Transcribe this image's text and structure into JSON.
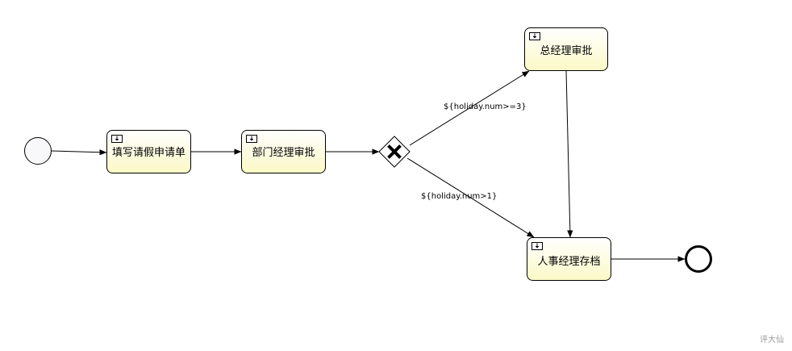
{
  "diagram": {
    "tasks": {
      "fill_request": "填写请假申请单",
      "dept_manager": "部门经理审批",
      "general_manager": "总经理审批",
      "hr_manager": "人事经理存档"
    },
    "flows": {
      "to_general_manager": "${holiday.num>=3}",
      "to_hr_manager": "${holiday.num>1}"
    },
    "gateway_icon": "close-x-icon",
    "task_icon": "user-task-icon"
  },
  "colors": {
    "task_fill_top": "#ffffff",
    "task_fill_bottom": "#fcfcd2",
    "stroke": "#000000"
  },
  "watermark": "评大仙"
}
